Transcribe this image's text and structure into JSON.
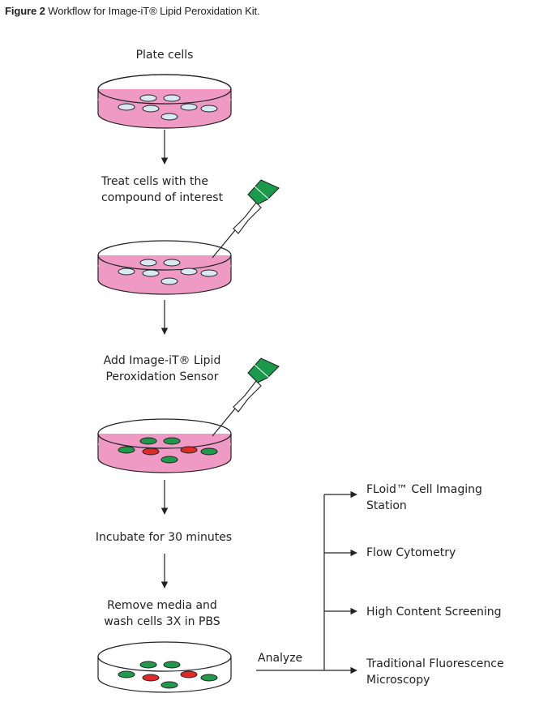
{
  "caption": {
    "label": "Figure 2",
    "text": "Workflow for Image-iT® Lipid Peroxidation Kit."
  },
  "steps": [
    {
      "lines": [
        "Plate cells"
      ]
    },
    {
      "lines": [
        "Treat cells with the",
        "compound of interest"
      ]
    },
    {
      "lines": [
        "Add Image-iT® Lipid",
        "Peroxidation Sensor"
      ]
    },
    {
      "lines": [
        "Incubate for 30 minutes"
      ]
    },
    {
      "lines": [
        "Remove media and",
        "wash cells 3X in PBS"
      ]
    }
  ],
  "analyze_label": "Analyze",
  "outputs": [
    {
      "lines": [
        "FLoid™ Cell Imaging",
        "Station"
      ]
    },
    {
      "lines": [
        "Flow Cytometry"
      ]
    },
    {
      "lines": [
        "High Content Screening"
      ]
    },
    {
      "lines": [
        "Traditional Fluorescence",
        "Microscopy"
      ]
    }
  ],
  "colors": {
    "media": "#ef9ac4",
    "cell_unstained": "#d7e9f3",
    "cell_green": "#1f9a4a",
    "cell_red": "#e02a2a",
    "pipette_tip": "#1c9a4c",
    "line": "#222222"
  }
}
